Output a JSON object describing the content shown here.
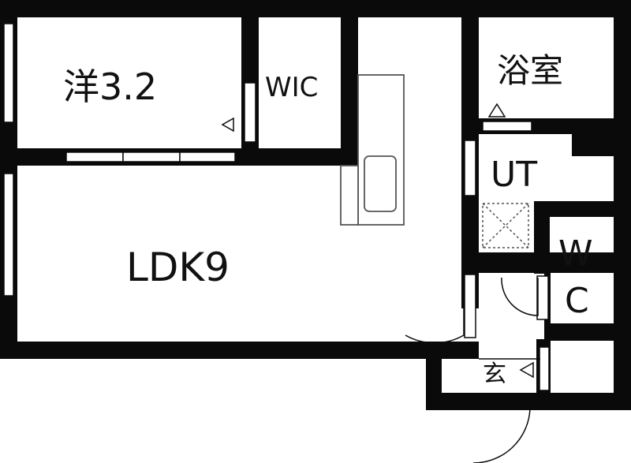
{
  "rooms": {
    "western_room": "洋3.2",
    "walk_in_closet": "WIC",
    "bathroom": "浴室",
    "utility": "UT",
    "ldk": "LDK9",
    "toilet_w": "W",
    "toilet_c": "C",
    "entrance": "玄"
  },
  "colors": {
    "wall": "#0a0a0a",
    "background": "#ffffff",
    "fixture": "#555555"
  }
}
